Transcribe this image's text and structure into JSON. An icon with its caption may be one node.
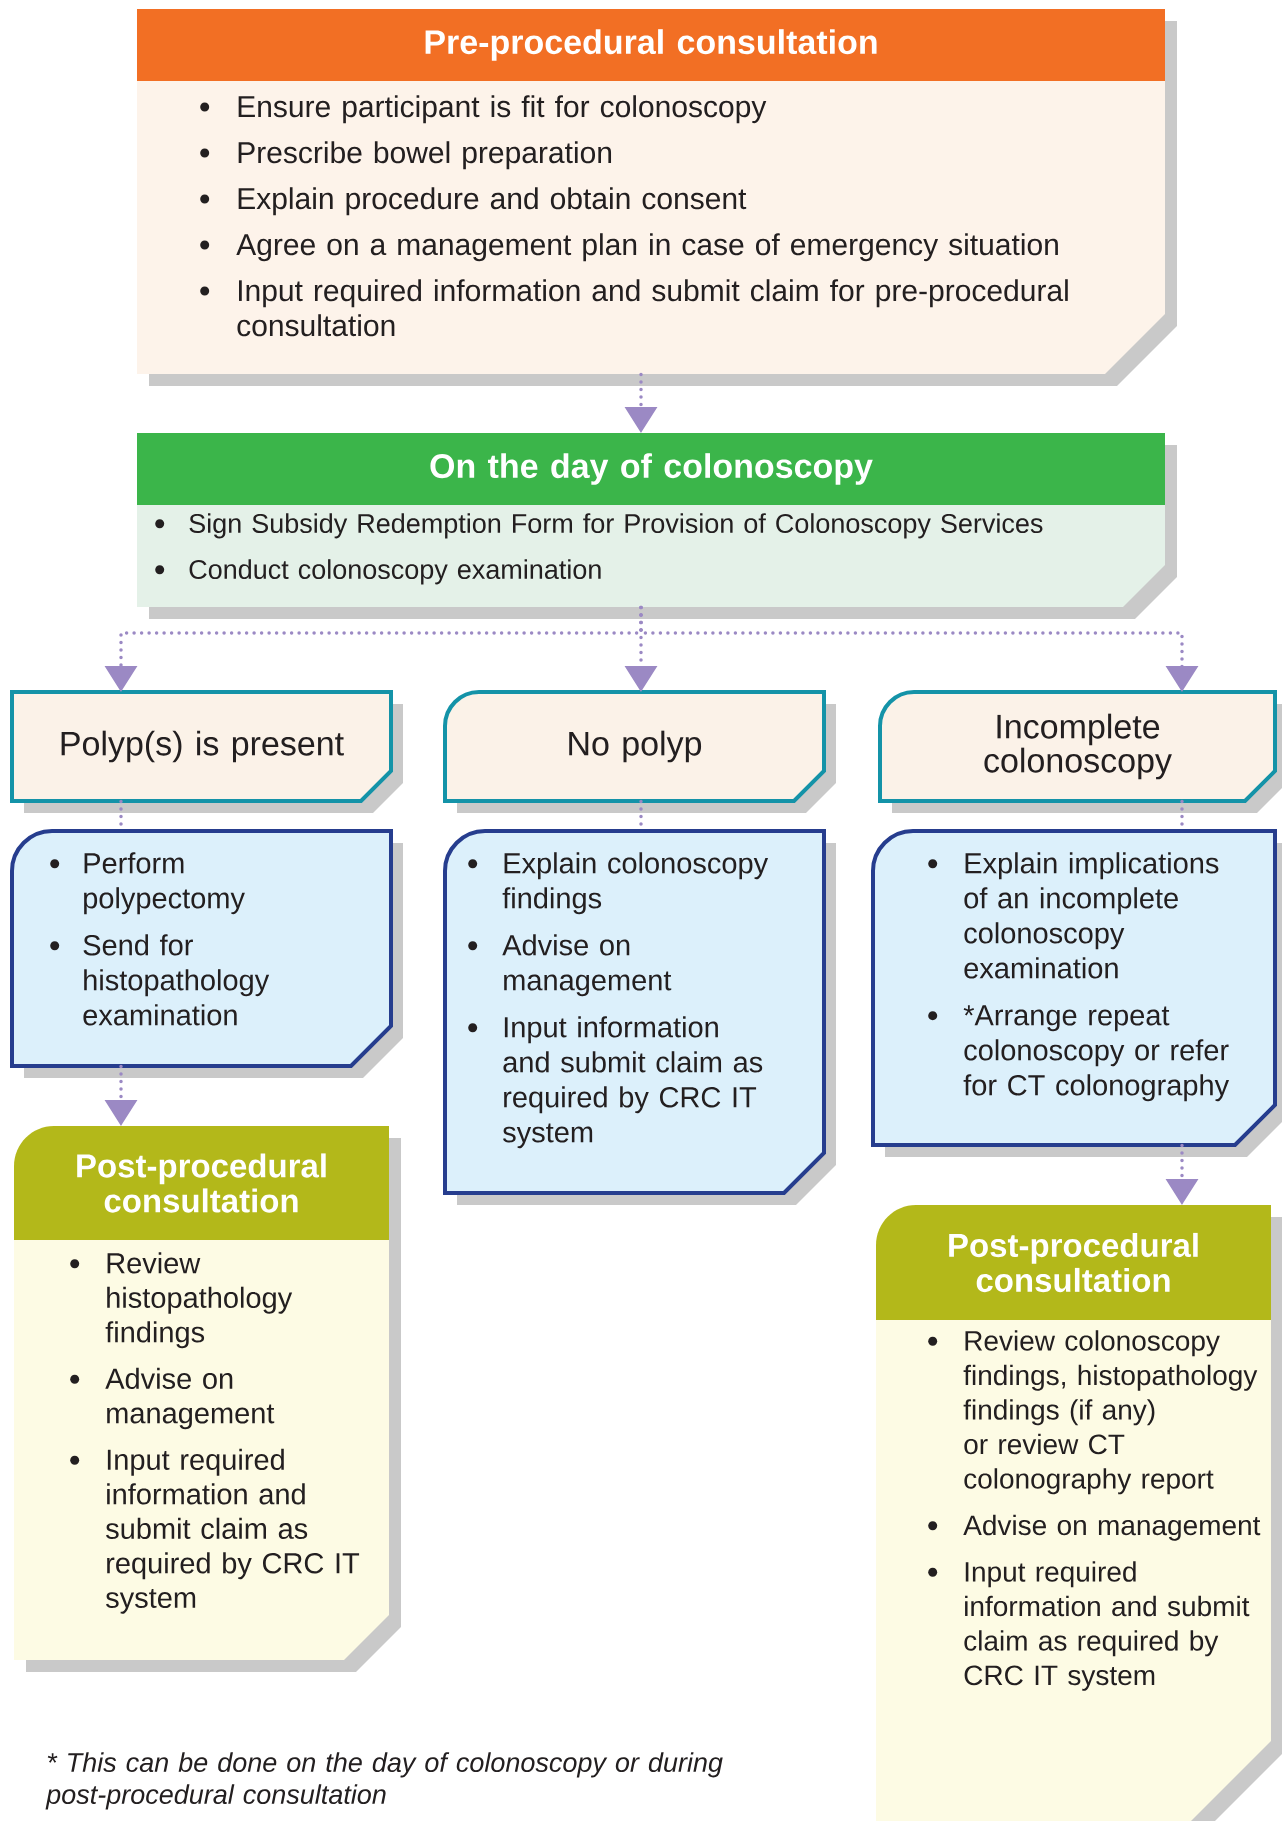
{
  "diagram": {
    "nodes": [
      {
        "text": [
          "Pre-procedural consultation",
          "Ensure participant is fit for colonoscopy",
          "Prescribe bowel preparation",
          "Explain procedure and obtain consent",
          "Agree on a management plan in case of emergency situation",
          "Input required information and submit claim for pre-procedural consultation"
        ]
      },
      {
        "text": [
          "On the day of colonoscopy",
          "Sign Subsidy Redemption Form for Provision of Colonoscopy Services",
          "Conduct colonoscopy examination"
        ]
      },
      {
        "text": [
          "Polyp(s) is present"
        ]
      },
      {
        "text": [
          "No polyp"
        ]
      },
      {
        "text": [
          "Incomplete colonoscopy"
        ]
      },
      {
        "text": [
          "Perform polypectomy",
          "Send for histopathology examination"
        ]
      },
      {
        "text": [
          "Explain colonoscopy findings",
          "Advise on management",
          "Input information and submit claim as required by CRC IT system"
        ]
      },
      {
        "text": [
          "Explain implications of an incomplete colonoscopy examination",
          "*Arrange repeat colonoscopy or refer for CT colonography"
        ]
      },
      {
        "text": [
          "Post-procedural consultation",
          "Review histopathology findings",
          "Advise on management",
          "Input required information and submit claim as required by CRC IT system"
        ]
      },
      {
        "text": [
          "Post-procedural consultation",
          "Review colonoscopy findings, histopathology findings (if any) or review CT colonography report",
          "Advise on management",
          "Input required information and submit claim as required by CRC IT system"
        ]
      }
    ],
    "edges": [
      {
        "from": 0,
        "to": 1,
        "arrow": "to"
      },
      {
        "from": 1,
        "to": 2,
        "arrow": "to"
      },
      {
        "from": 1,
        "to": 3,
        "arrow": "to"
      },
      {
        "from": 1,
        "to": 4,
        "arrow": "to"
      },
      {
        "from": 2,
        "to": 5,
        "arrow": "none"
      },
      {
        "from": 3,
        "to": 6,
        "arrow": "none"
      },
      {
        "from": 4,
        "to": 7,
        "arrow": "none"
      },
      {
        "from": 5,
        "to": 8,
        "arrow": "to"
      },
      {
        "from": 7,
        "to": 9,
        "arrow": "to"
      }
    ],
    "labels": [
      "* This can be done on the day of colonoscopy or during post-procedural consultation"
    ]
  }
}
